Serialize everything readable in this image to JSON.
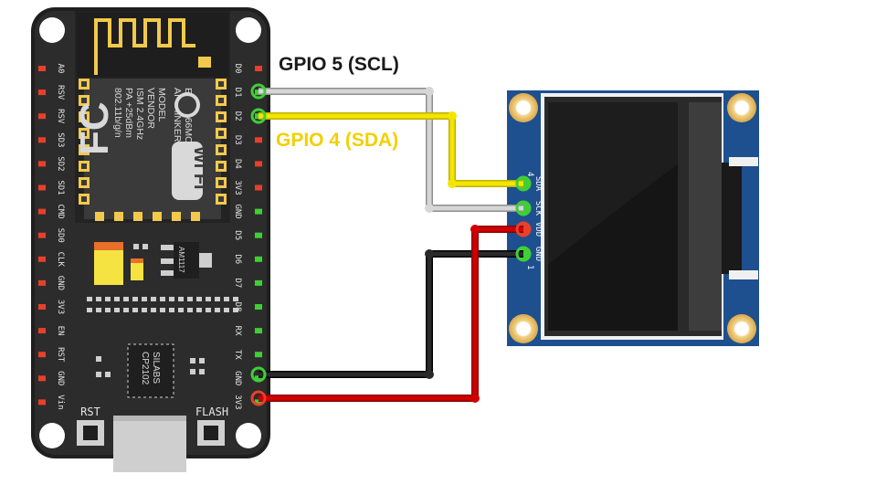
{
  "annotations": {
    "scl": "GPIO 5 (SCL)",
    "sda": "GPIO 4 (SDA)"
  },
  "colors": {
    "board": "#2b2b2b",
    "board_edge": "#1b1b1b",
    "module_gold": "#f2c94c",
    "oled_pcb": "#1e4f8f",
    "oled_screen": "#1a1a1a",
    "wire_scl": "#c9c9c9",
    "wire_sda": "#f3e500",
    "wire_vcc": "#d00000",
    "wire_gnd": "#1a1a1a",
    "pin_red": "#e8402a",
    "pin_green": "#3fcf35",
    "scl_text": "#1a1a1a",
    "sda_text": "#f2d000"
  },
  "board": {
    "left_pins": [
      "A0",
      "RSV",
      "RSV",
      "SD3",
      "SD2",
      "SD1",
      "CMD",
      "SD0",
      "CLK",
      "GND",
      "3V3",
      "EN",
      "RST",
      "GND",
      "Vin"
    ],
    "right_pins": [
      "D0",
      "D1",
      "D2",
      "D3",
      "D4",
      "3V3",
      "GND",
      "D5",
      "D6",
      "D7",
      "D8",
      "RX",
      "TX",
      "GND",
      "3V3"
    ],
    "module_text": [
      "MODEL",
      "ESP8266MOD",
      "VENDOR",
      "AI-THINKER",
      "ISM 2.4GHz",
      "PA +25dBm",
      "802.11b/g/n"
    ],
    "wifi_label": "Wi Fi",
    "fcc_label": "FC",
    "regulator": "AM1117",
    "usb_chip": [
      "SILABS",
      "CP2102"
    ],
    "rst_label": "RST",
    "flash_label": "FLASH"
  },
  "oled": {
    "pins": [
      "SDA",
      "SCK",
      "VDD",
      "GND"
    ],
    "pin1_mark": "1",
    "pin4_mark": "4"
  }
}
